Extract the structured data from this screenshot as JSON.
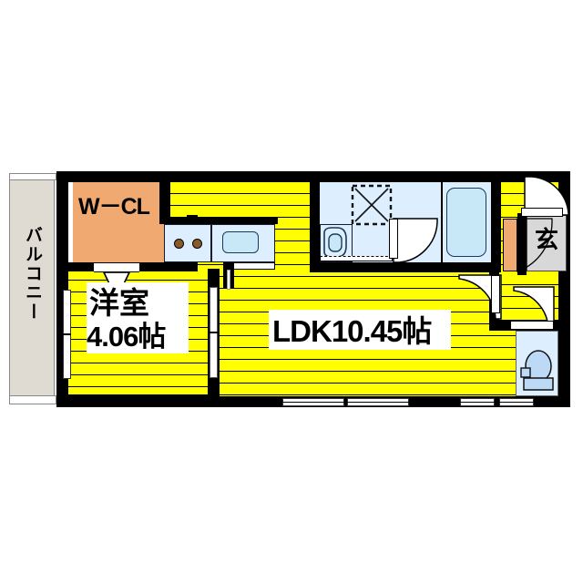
{
  "plan": {
    "type": "japanese-apartment-floorplan",
    "rooms": [
      {
        "id": "balcony",
        "label": "バルコニー",
        "orientation": "vertical",
        "fill": "#e0dbd2"
      },
      {
        "id": "walk-in-closet",
        "label": "W－CL",
        "fill": "#f0a970"
      },
      {
        "id": "western-room",
        "label_line1": "洋室",
        "label_line2": "4.06帖",
        "area_jo": 4.06,
        "fill": "#ffff00"
      },
      {
        "id": "ldk",
        "label": "LDK10.45帖",
        "area_jo": 10.45,
        "fill": "#ffff00"
      },
      {
        "id": "entrance",
        "label": "玄",
        "fill": "#d8d8d8"
      }
    ],
    "fixtures": [
      {
        "id": "stove",
        "burners": 2
      },
      {
        "id": "kitchen-sink"
      },
      {
        "id": "washbasin"
      },
      {
        "id": "washing-machine-pan"
      },
      {
        "id": "bathtub"
      },
      {
        "id": "toilet"
      },
      {
        "id": "shoe-closet"
      }
    ],
    "colors": {
      "wall": "#000000",
      "floor_yellow": "#ffff00",
      "closet_orange": "#f0a970",
      "water_blue": "#ddeeff",
      "tub_blue": "#c8e8f8",
      "balcony_gray": "#e0dbd2",
      "entry_gray": "#d8d8d8",
      "background": "#ffffff"
    }
  },
  "labels": {
    "balcony": "バルコニー",
    "wcl": "W－CL",
    "room_name": "洋室",
    "room_area": "4.06帖",
    "ldk": "LDK10.45帖",
    "genkan": "玄"
  }
}
